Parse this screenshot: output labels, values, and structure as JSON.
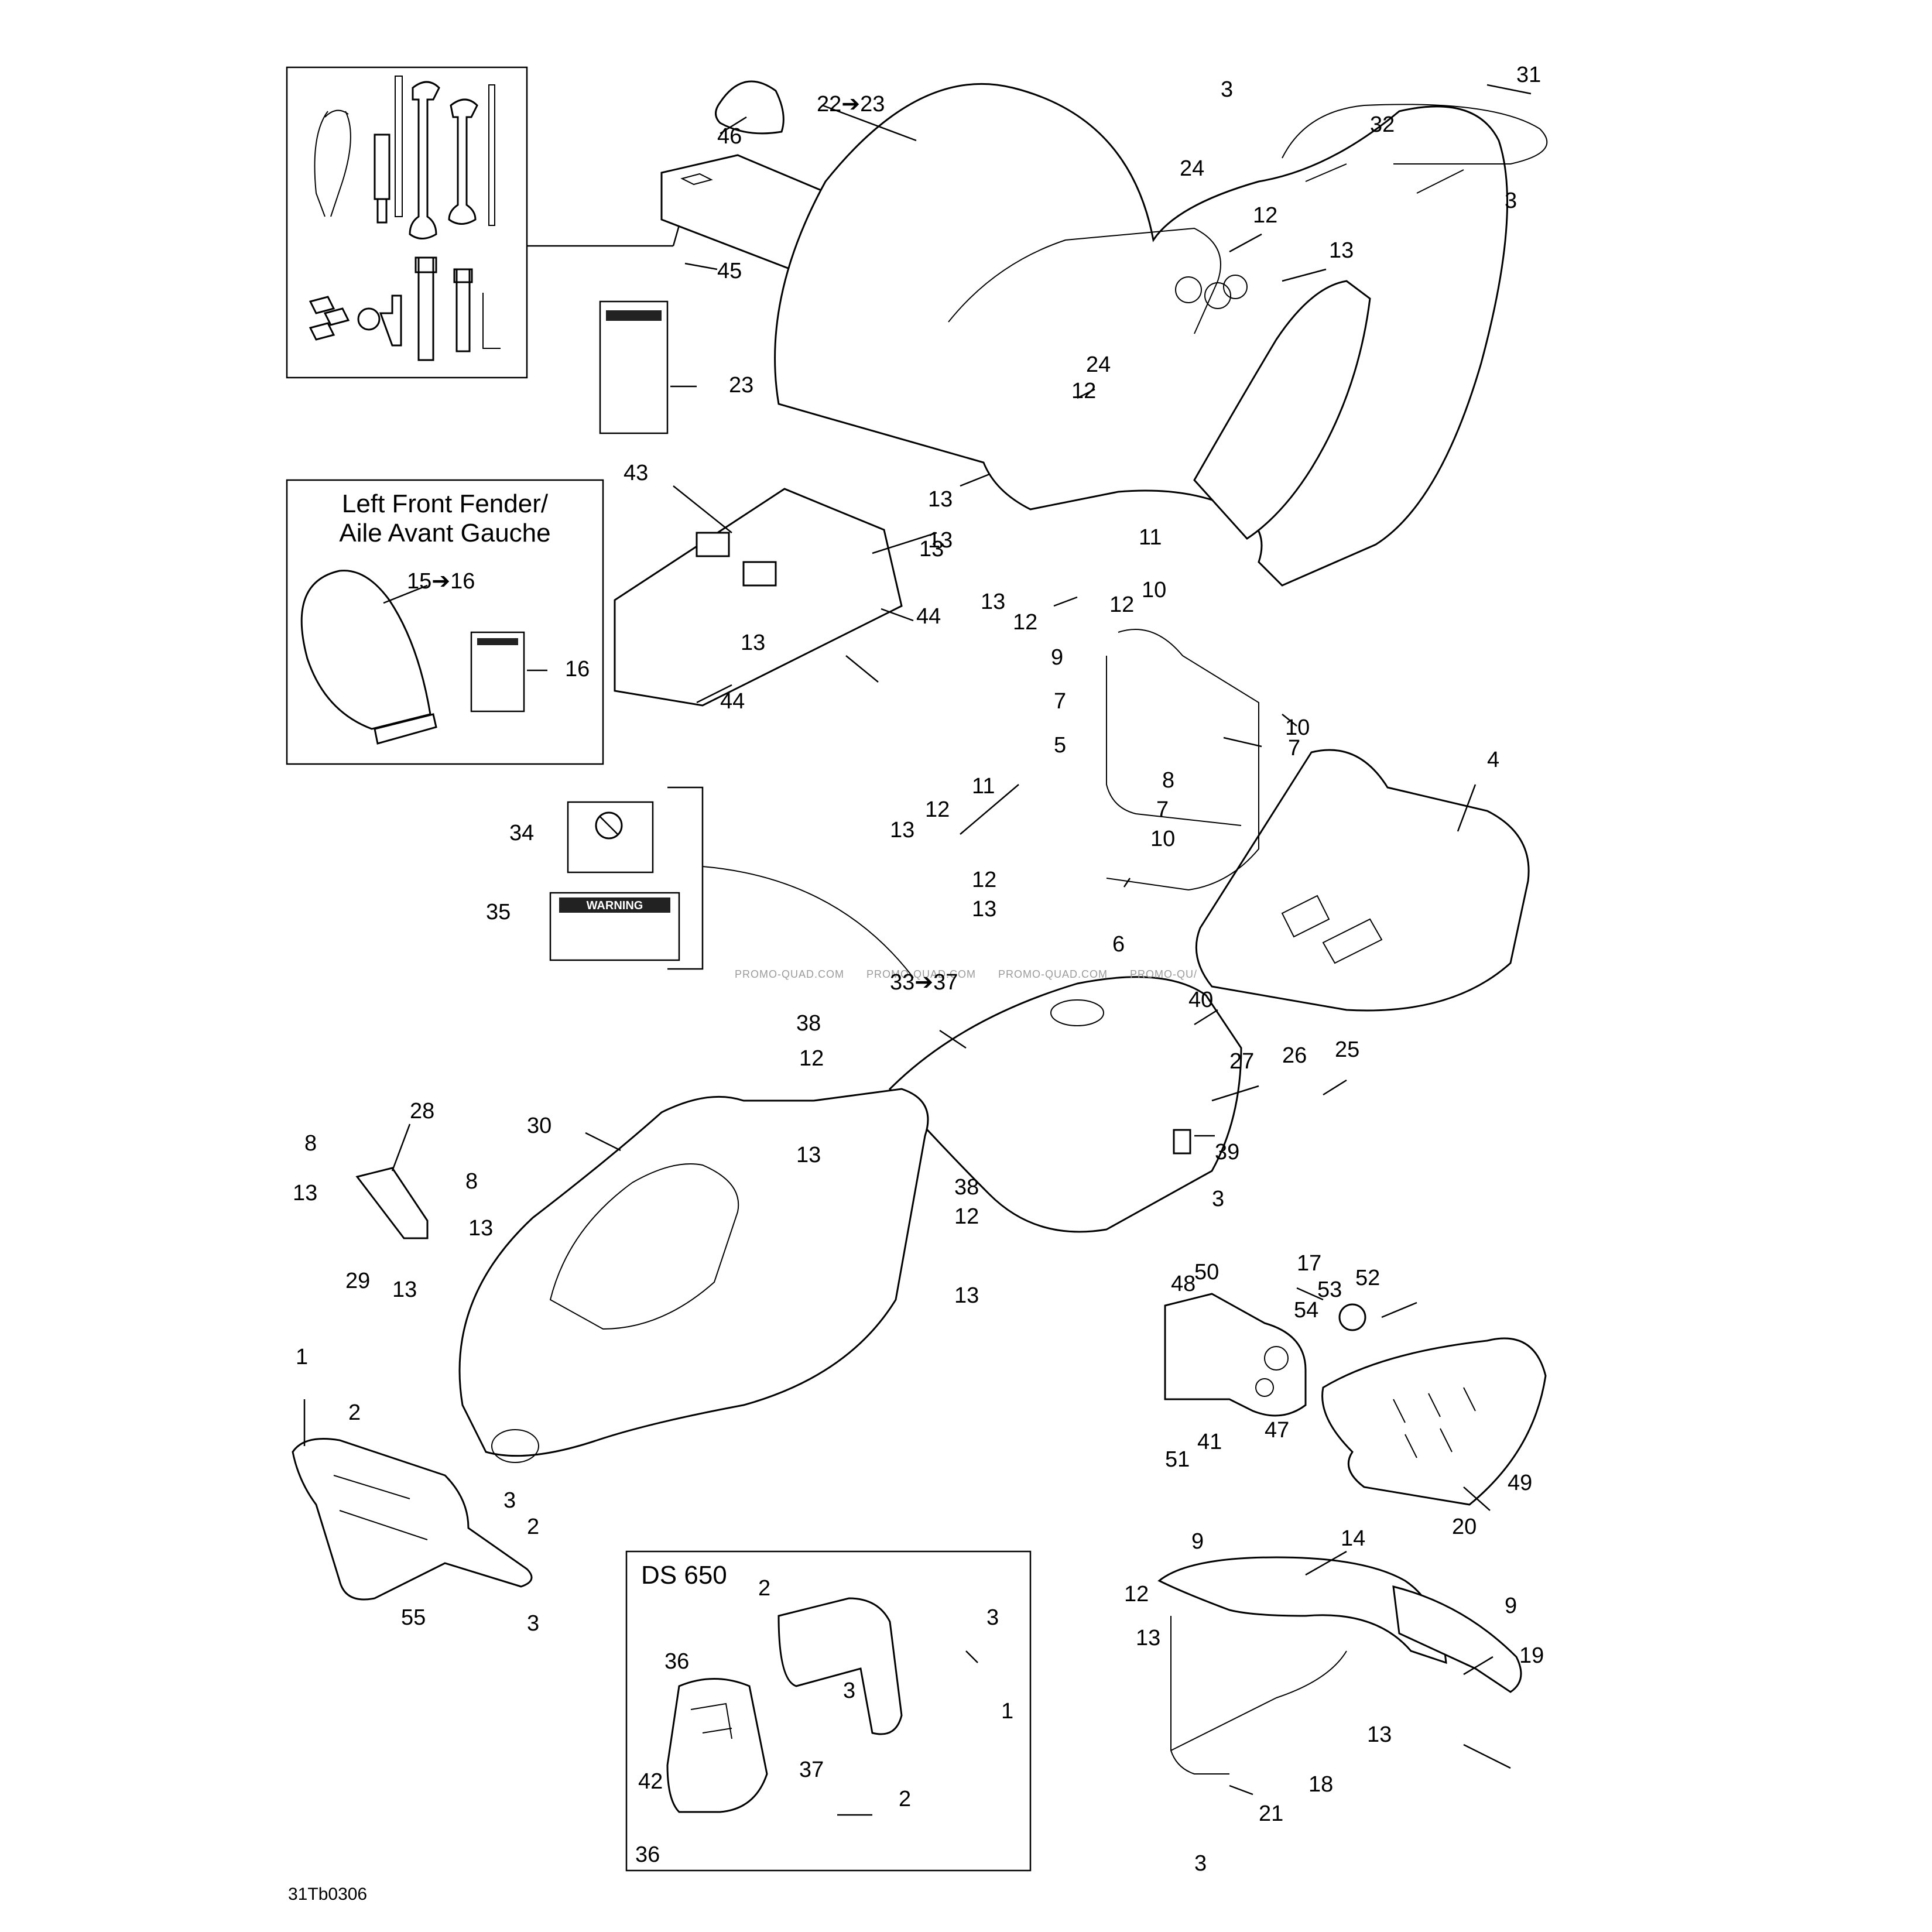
{
  "callouts": [
    {
      "id": "c46",
      "text": "46"
    },
    {
      "id": "c22",
      "text": "22➔23"
    },
    {
      "id": "c45",
      "text": "45"
    },
    {
      "id": "c23a",
      "text": "23"
    },
    {
      "id": "c3a",
      "text": "3"
    },
    {
      "id": "c31",
      "text": "31"
    },
    {
      "id": "c32",
      "text": "32"
    },
    {
      "id": "c24a",
      "text": "24"
    },
    {
      "id": "c3b",
      "text": "3"
    },
    {
      "id": "c12a",
      "text": "12"
    },
    {
      "id": "c13a",
      "text": "13"
    },
    {
      "id": "c24b",
      "text": "24"
    },
    {
      "id": "c12b",
      "text": "12"
    },
    {
      "id": "c43",
      "text": "43"
    },
    {
      "id": "c13b",
      "text": "13"
    },
    {
      "id": "c13c",
      "text": "13"
    },
    {
      "id": "c13d",
      "text": "13"
    },
    {
      "id": "c44a",
      "text": "44"
    },
    {
      "id": "c13e",
      "text": "13"
    },
    {
      "id": "c44b",
      "text": "44"
    },
    {
      "id": "c15",
      "text": "15➔16"
    },
    {
      "id": "c16",
      "text": "16"
    },
    {
      "id": "c11a",
      "text": "11"
    },
    {
      "id": "c13f",
      "text": "13"
    },
    {
      "id": "c12c",
      "text": "12"
    },
    {
      "id": "c12d",
      "text": "12"
    },
    {
      "id": "c10a",
      "text": "10"
    },
    {
      "id": "c9a",
      "text": "9"
    },
    {
      "id": "c7a",
      "text": "7"
    },
    {
      "id": "c10b",
      "text": "10"
    },
    {
      "id": "c7b",
      "text": "7"
    },
    {
      "id": "c5",
      "text": "5"
    },
    {
      "id": "c4",
      "text": "4"
    },
    {
      "id": "c11b",
      "text": "11"
    },
    {
      "id": "c8a",
      "text": "8"
    },
    {
      "id": "c12e",
      "text": "12"
    },
    {
      "id": "c7c",
      "text": "7"
    },
    {
      "id": "c13g",
      "text": "13"
    },
    {
      "id": "c10c",
      "text": "10"
    },
    {
      "id": "c12f",
      "text": "12"
    },
    {
      "id": "c13h",
      "text": "13"
    },
    {
      "id": "c6",
      "text": "6"
    },
    {
      "id": "c34",
      "text": "34"
    },
    {
      "id": "c35",
      "text": "35"
    },
    {
      "id": "c33",
      "text": "33➔37"
    },
    {
      "id": "c38a",
      "text": "38"
    },
    {
      "id": "c40",
      "text": "40"
    },
    {
      "id": "c12g",
      "text": "12"
    },
    {
      "id": "c27",
      "text": "27"
    },
    {
      "id": "c26",
      "text": "26"
    },
    {
      "id": "c25",
      "text": "25"
    },
    {
      "id": "c28",
      "text": "28"
    },
    {
      "id": "c30",
      "text": "30"
    },
    {
      "id": "c8b",
      "text": "8"
    },
    {
      "id": "c13i",
      "text": "13"
    },
    {
      "id": "c39",
      "text": "39"
    },
    {
      "id": "c38b",
      "text": "38"
    },
    {
      "id": "c13j",
      "text": "13"
    },
    {
      "id": "c8c",
      "text": "8"
    },
    {
      "id": "c13k",
      "text": "13"
    },
    {
      "id": "c3c",
      "text": "3"
    },
    {
      "id": "c12h",
      "text": "12"
    },
    {
      "id": "c29",
      "text": "29"
    },
    {
      "id": "c13l",
      "text": "13"
    },
    {
      "id": "c50",
      "text": "50"
    },
    {
      "id": "c17",
      "text": "17"
    },
    {
      "id": "c48",
      "text": "48"
    },
    {
      "id": "c52",
      "text": "52"
    },
    {
      "id": "c53",
      "text": "53"
    },
    {
      "id": "c54",
      "text": "54"
    },
    {
      "id": "c13m",
      "text": "13"
    },
    {
      "id": "c1a",
      "text": "1"
    },
    {
      "id": "c2a",
      "text": "2"
    },
    {
      "id": "c47",
      "text": "47"
    },
    {
      "id": "c41",
      "text": "41"
    },
    {
      "id": "c51",
      "text": "51"
    },
    {
      "id": "c49",
      "text": "49"
    },
    {
      "id": "c3d",
      "text": "3"
    },
    {
      "id": "c2b",
      "text": "2"
    },
    {
      "id": "c55",
      "text": "55"
    },
    {
      "id": "c3e",
      "text": "3"
    },
    {
      "id": "c9b",
      "text": "9"
    },
    {
      "id": "c14",
      "text": "14"
    },
    {
      "id": "c20",
      "text": "20"
    },
    {
      "id": "c2c",
      "text": "2"
    },
    {
      "id": "c3f",
      "text": "3"
    },
    {
      "id": "c12i",
      "text": "12"
    },
    {
      "id": "c9c",
      "text": "9"
    },
    {
      "id": "c36a",
      "text": "36"
    },
    {
      "id": "c13n",
      "text": "13"
    },
    {
      "id": "c3g",
      "text": "3"
    },
    {
      "id": "c19",
      "text": "19"
    },
    {
      "id": "c1b",
      "text": "1"
    },
    {
      "id": "c13o",
      "text": "13"
    },
    {
      "id": "c42",
      "text": "42"
    },
    {
      "id": "c37",
      "text": "37"
    },
    {
      "id": "c18",
      "text": "18"
    },
    {
      "id": "c2d",
      "text": "2"
    },
    {
      "id": "c21",
      "text": "21"
    },
    {
      "id": "c36b",
      "text": "36"
    },
    {
      "id": "c3h",
      "text": "3"
    }
  ],
  "insets": {
    "left_front_fender_title_line1": "Left Front Fender/",
    "left_front_fender_title_line2": "Aile Avant Gauche",
    "ds650_title": "DS 650"
  },
  "watermark": {
    "text1": "PROMO-QUAD.COM",
    "text2": "PROMO-QUAD.COM",
    "text3": "PROMO-QUAD.COM",
    "text4": "PROMO-QU/"
  },
  "decals": {
    "warning_35": "WARNING"
  },
  "figure_code": "31Tb0306"
}
